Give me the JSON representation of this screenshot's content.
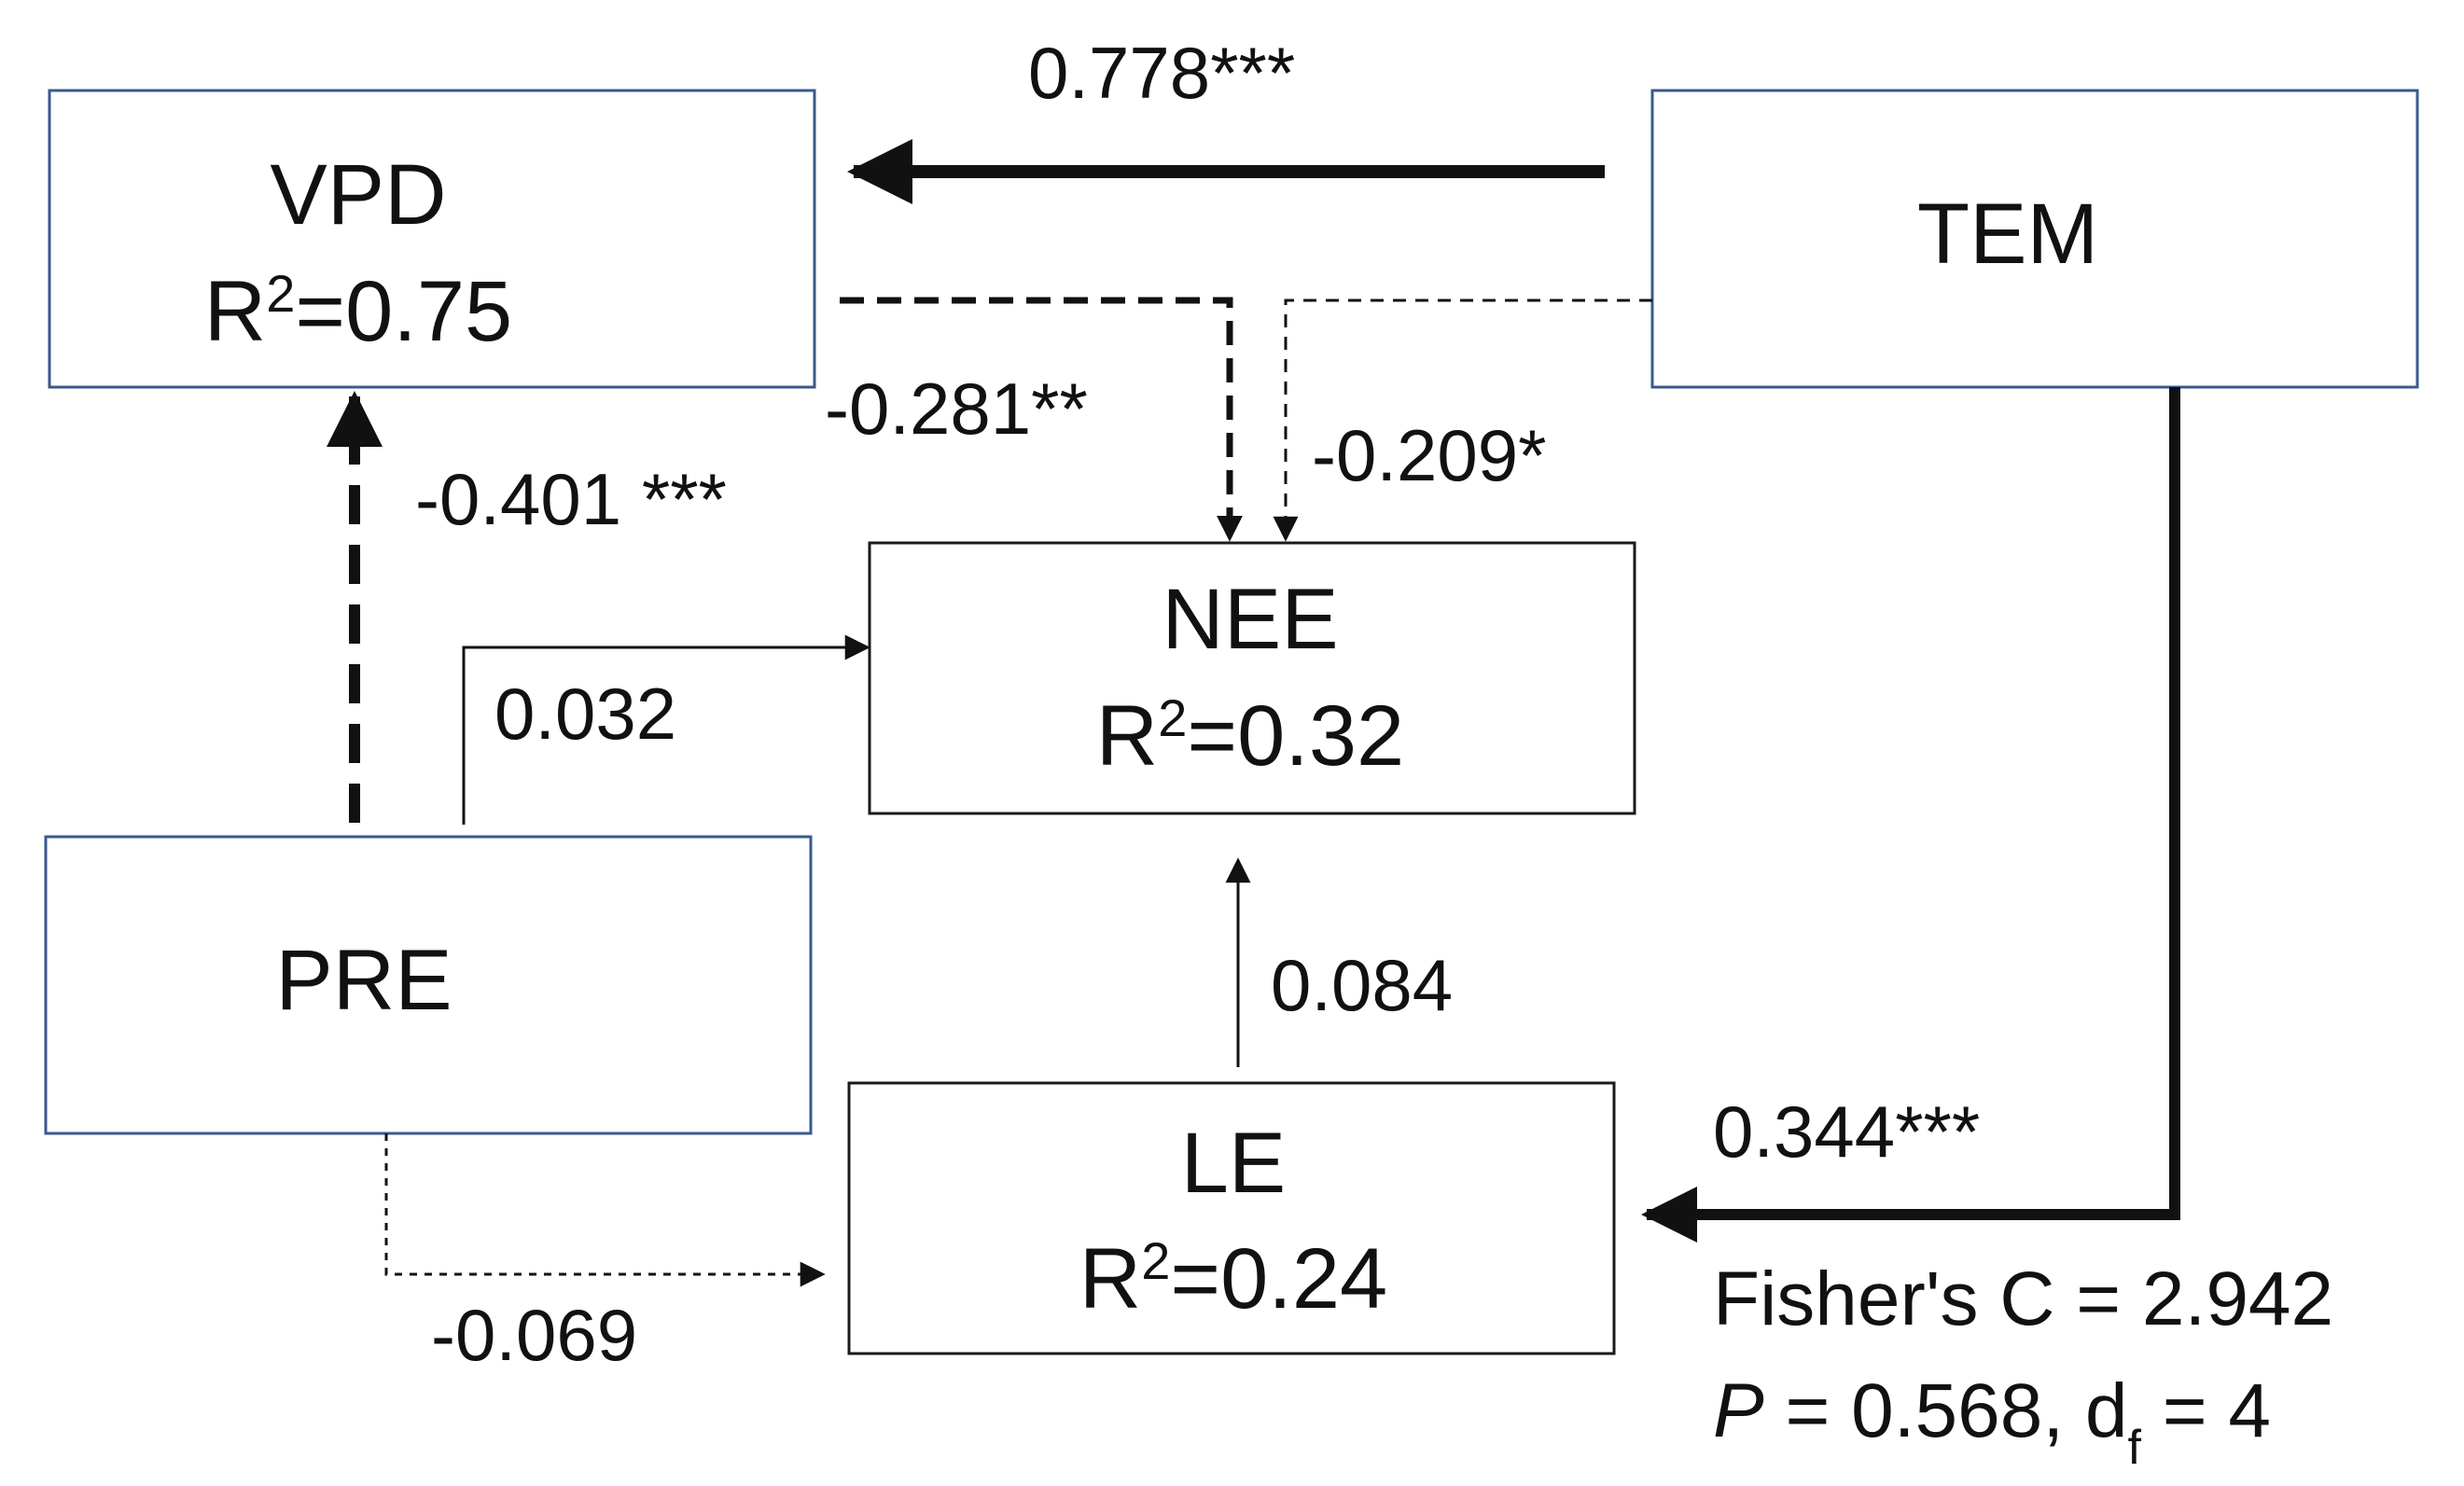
{
  "nodes": {
    "vpd": {
      "name": "VPD",
      "r2_prefix": "R",
      "r2_sup": "2",
      "r2_value": "=0.75"
    },
    "tem": {
      "name": "TEM"
    },
    "nee": {
      "name": "NEE",
      "r2_prefix": "R",
      "r2_sup": "2",
      "r2_value": "=0.32"
    },
    "pre": {
      "name": "PRE"
    },
    "le": {
      "name": "LE",
      "r2_prefix": "R",
      "r2_sup": "2",
      "r2_value": "=0.24"
    }
  },
  "paths": {
    "tem_vpd": "0.778***",
    "vpd_nee": "-0.281**",
    "tem_nee": "-0.209*",
    "pre_vpd": "-0.401 ***",
    "pre_nee": "0.032",
    "le_nee": "0.084",
    "tem_le": "0.344***",
    "pre_le": "-0.069"
  },
  "fit": {
    "fisher_c": "Fisher's C = 2.942",
    "p_symbol": "P",
    "p_rest": " = 0.568, d",
    "df_sub": "f",
    "df_value": " = 4"
  },
  "colors": {
    "box_border_blue": "#3a5a8c",
    "box_border_black": "#1a1a1a",
    "ink": "#111111"
  }
}
